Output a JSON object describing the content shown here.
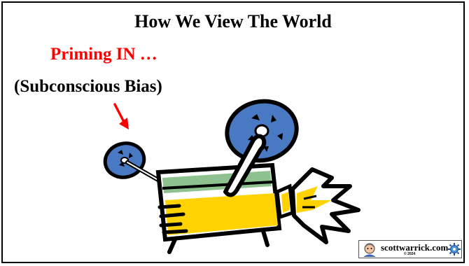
{
  "slide": {
    "title": "How We View The World",
    "subtitle": "Priming IN …",
    "note": "(Subconscious Bias)"
  },
  "logo": {
    "text": "scottwarrick.com",
    "copyright": "© 2024"
  },
  "colors": {
    "accent": "#ff0000",
    "reel": "#4a79c4",
    "screen_green": "#8dc18d",
    "body_yellow": "#ffd200"
  },
  "icons": [
    "red-arrow-icon",
    "film-projector-illustration",
    "avatar-icon",
    "gear-icon"
  ]
}
